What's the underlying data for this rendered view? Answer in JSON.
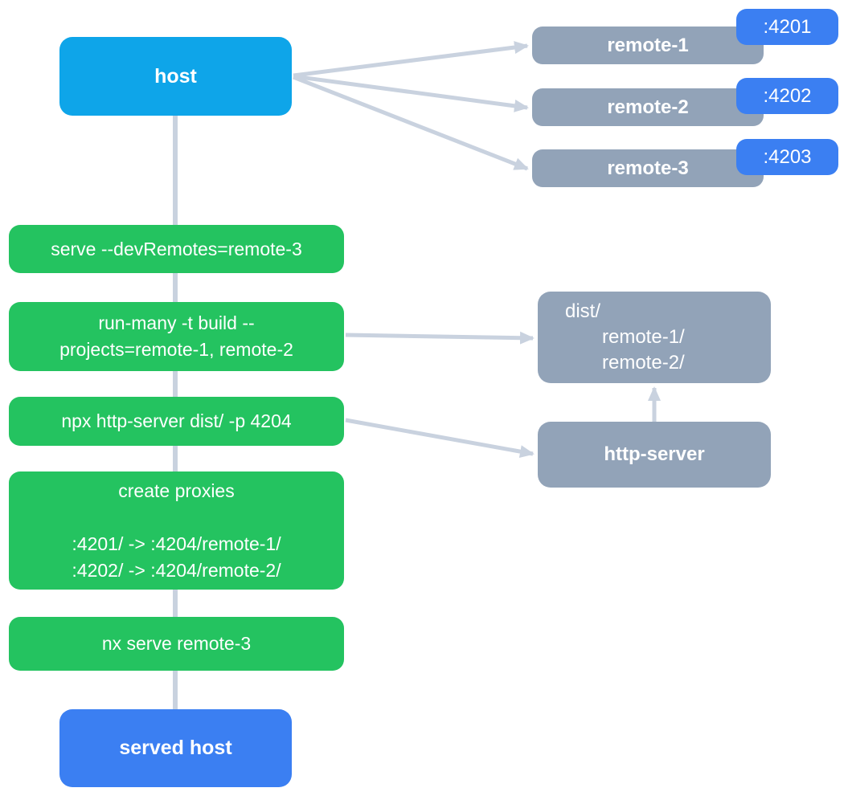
{
  "colors": {
    "host": "#0EA5E9",
    "served_host": "#3B7FF2",
    "port_badge": "#3B7FF2",
    "remote_box": "#92A3B8",
    "step_green": "#24C360",
    "connector": "#C9D2DF",
    "text_on_box": "#FFFFFF"
  },
  "diagram": {
    "host": {
      "label": "host"
    },
    "served_host": {
      "label": "served host"
    },
    "remotes": [
      {
        "label": "remote-1",
        "port": ":4201"
      },
      {
        "label": "remote-2",
        "port": ":4202"
      },
      {
        "label": "remote-3",
        "port": ":4203"
      }
    ],
    "steps": [
      {
        "lines": [
          "serve --devRemotes=remote-3"
        ]
      },
      {
        "lines": [
          "run-many -t build --",
          "projects=remote-1, remote-2"
        ]
      },
      {
        "lines": [
          "npx http-server dist/ -p 4204"
        ]
      },
      {
        "title": "create proxies",
        "lines": [
          ":4201/ -> :4204/remote-1/",
          ":4202/ -> :4204/remote-2/"
        ]
      },
      {
        "lines": [
          "nx serve remote-3"
        ]
      }
    ],
    "dist": {
      "line1": "dist/",
      "line2": "remote-1/",
      "line3": "remote-2/"
    },
    "http_server": {
      "label": "http-server"
    }
  }
}
